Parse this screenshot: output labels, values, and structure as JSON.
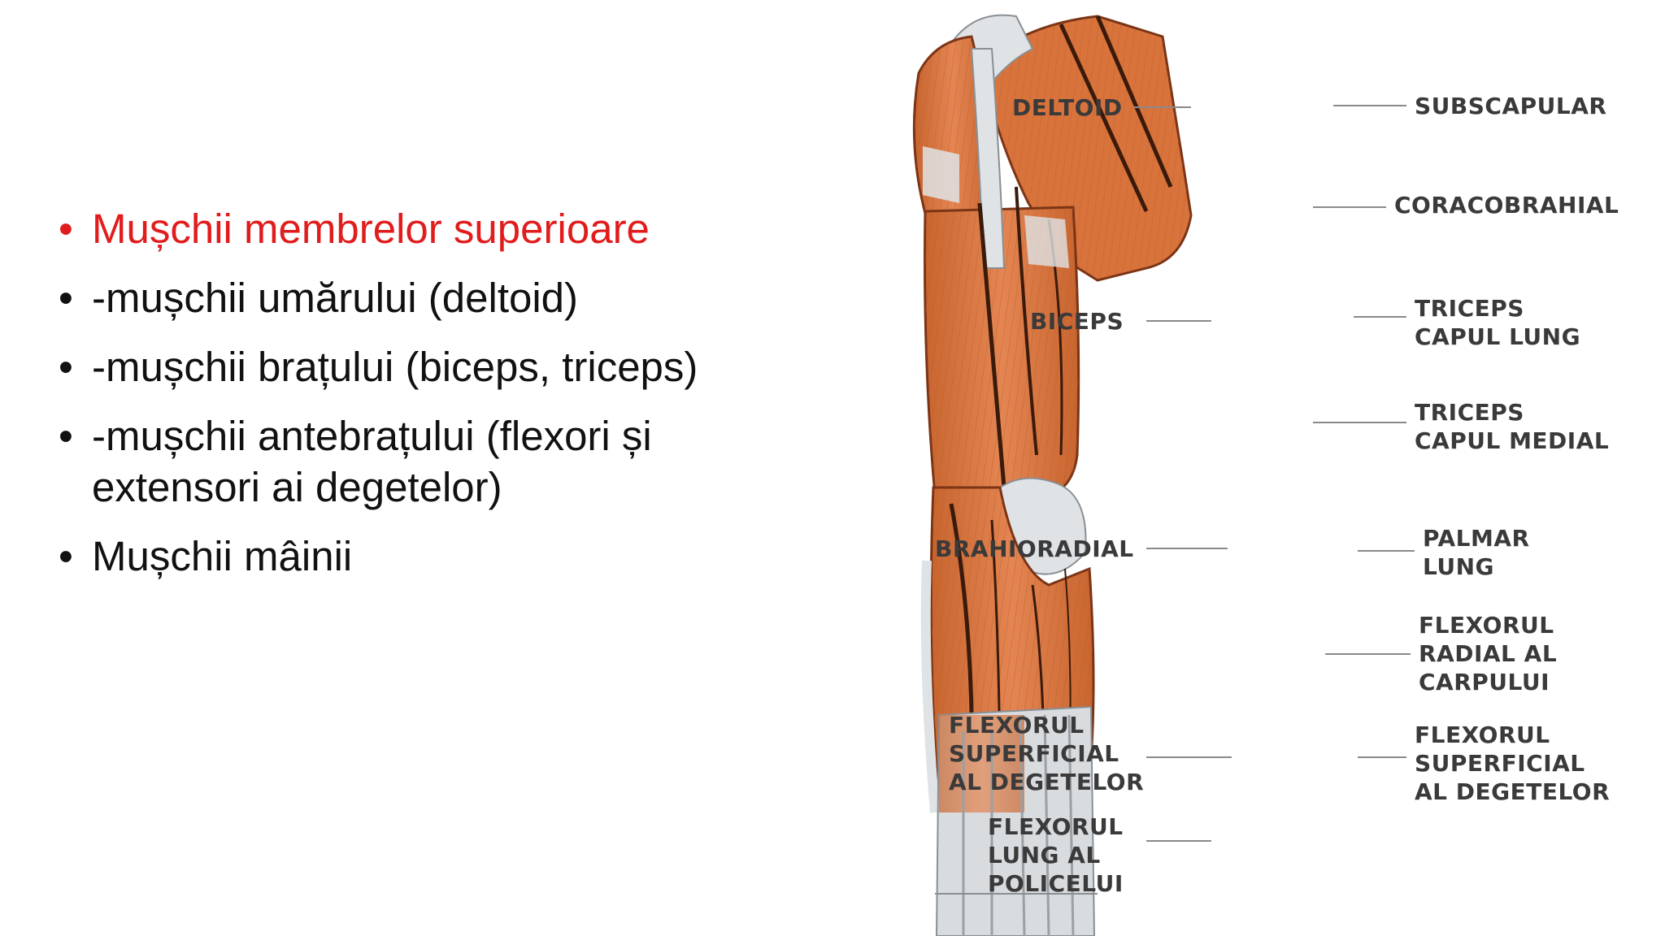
{
  "bullets": [
    "Mușchii membrelor superioare",
    "-mușchii umărului (deltoid)",
    "-mușchii brațului (biceps, triceps)",
    "-mușchii antebrațului (flexori și extensori ai degetelor)",
    "Mușchii mâinii"
  ],
  "colors": {
    "first_bullet": "#e11c1c",
    "text": "#111111",
    "muscle": "#d9733c",
    "tendon": "#d9dcdf"
  },
  "figure": {
    "labels_left": {
      "deltoid": [
        "DELTOID"
      ],
      "biceps": [
        "BICEPS"
      ],
      "brahioradial": [
        "BRAHIORADIAL"
      ],
      "flexorul_superficial": [
        "FLEXORUL",
        "SUPERFICIAL",
        "AL DEGETELOR"
      ],
      "flexorul_lung": [
        "FLEXORUL",
        "LUNG AL",
        "POLICELUI"
      ]
    },
    "labels_right": {
      "subscapular": [
        "SUBSCAPULAR"
      ],
      "coracobrahial": [
        "CORACOBRAHIAL"
      ],
      "triceps_lung": [
        "TRICEPS",
        "CAPUL LUNG"
      ],
      "triceps_medial": [
        "TRICEPS",
        "CAPUL MEDIAL"
      ],
      "palmar_lung": [
        "PALMAR",
        "LUNG"
      ],
      "flexorul_radial": [
        "FLEXORUL",
        "RADIAL AL",
        "CARPULUI"
      ],
      "flexorul_superficial": [
        "FLEXORUL",
        "SUPERFICIAL",
        "AL DEGETELOR"
      ]
    }
  }
}
